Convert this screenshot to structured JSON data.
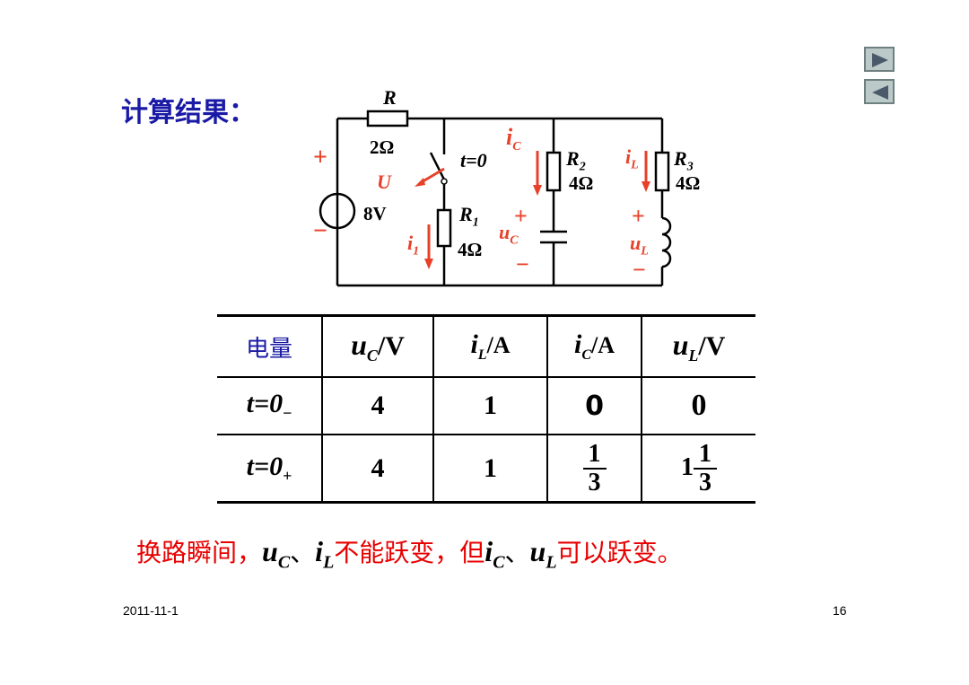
{
  "title": "计算结果：",
  "nav": {
    "next_icon": "triangle-right",
    "prev_icon": "triangle-left"
  },
  "circuit": {
    "R_label": "R",
    "R_value": "2Ω",
    "switch_label": "t=0",
    "source_label": "U",
    "source_value": "8V",
    "plus": "+",
    "minus": "−",
    "R1_label": "R",
    "R1_sub": "1",
    "R1_value": "4Ω",
    "R2_label": "R",
    "R2_sub": "2",
    "R2_value": "4Ω",
    "R3_label": "R",
    "R3_sub": "3",
    "R3_value": "4Ω",
    "iC_label": "i",
    "iC_sub": "C",
    "iL_label": "i",
    "iL_sub": "L",
    "i1_label": "i",
    "i1_sub": "1",
    "uC_label": "u",
    "uC_sub": "C",
    "uL_label": "u",
    "uL_sub": "L"
  },
  "table": {
    "header": {
      "first": "电量",
      "uC_sym": "u",
      "uC_sub": "C",
      "uC_unit": "/V",
      "iL_sym": "i",
      "iL_sub": "L",
      "iL_unit": "/A",
      "iC_sym": "i",
      "iC_sub": "C",
      "iC_unit": "/A",
      "uL_sym": "u",
      "uL_sub": "L",
      "uL_unit": "/V"
    },
    "row1": {
      "label": "t=0",
      "label_sub": "−",
      "uC": "4",
      "iL": "1",
      "iC": "0",
      "uL": "0"
    },
    "row2": {
      "label": "t=0",
      "label_sub": "+",
      "uC": "4",
      "iL": "1",
      "iC_num": "1",
      "iC_den": "3",
      "uL_whole": "1",
      "uL_num": "1",
      "uL_den": "3"
    }
  },
  "conclusion": {
    "part1": "换路瞬间，",
    "sym1": "u",
    "sym1_sub": "C",
    "sep1": "、",
    "sym2": "i",
    "sym2_sub": "L",
    "part2": "不能跃变，但",
    "sym3": "i",
    "sym3_sub": "C",
    "sep2": "、",
    "sym4": "u",
    "sym4_sub": "L",
    "part3": "可以跃变。"
  },
  "footer": {
    "date": "2011-11-1",
    "page": "16"
  }
}
